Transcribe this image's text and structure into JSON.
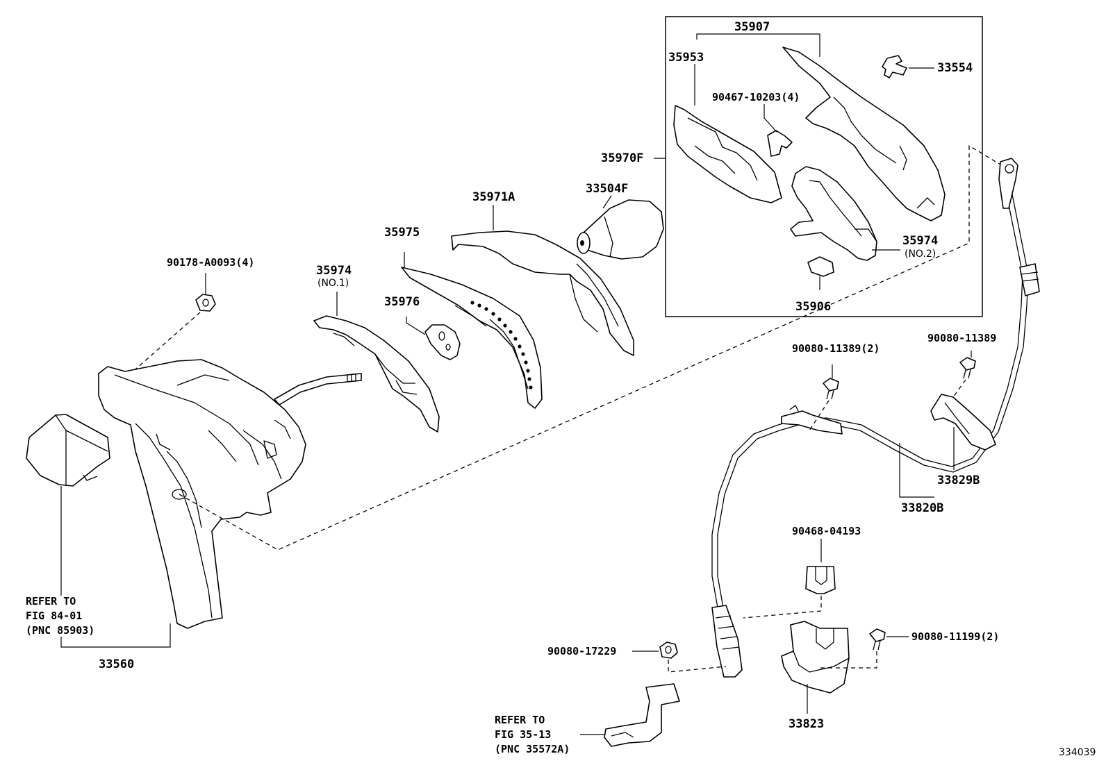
{
  "diagram": {
    "labels": {
      "p35907": "35907",
      "p35953": "35953",
      "p33554": "33554",
      "p90467": "90467-10203(4)",
      "p35970F": "35970F",
      "p33504F": "33504F",
      "p35971A": "35971A",
      "p35975": "35975",
      "p35974a": "35974",
      "p35974a_sub": "(NO.1)",
      "p35974b": "35974",
      "p35974b_sub": "(NO.2)",
      "p35976": "35976",
      "p35906": "35906",
      "p90178": "90178-A0093(4)",
      "p90080_11389_2": "90080-11389(2)",
      "p90080_11389": "90080-11389",
      "p33829B": "33829B",
      "p33820B": "33820B",
      "p90468": "90468-04193",
      "p90080_17229": "90080-17229",
      "p90080_11199": "90080-11199(2)",
      "p33823": "33823",
      "p33560": "33560"
    },
    "refer1": {
      "line1": "REFER TO",
      "line2": "FIG 84-01",
      "line3": "(PNC 85903)"
    },
    "refer2": {
      "line1": "REFER TO",
      "line2": "FIG 35-13",
      "line3": "(PNC 35572A)"
    },
    "figure_id": "334039"
  }
}
